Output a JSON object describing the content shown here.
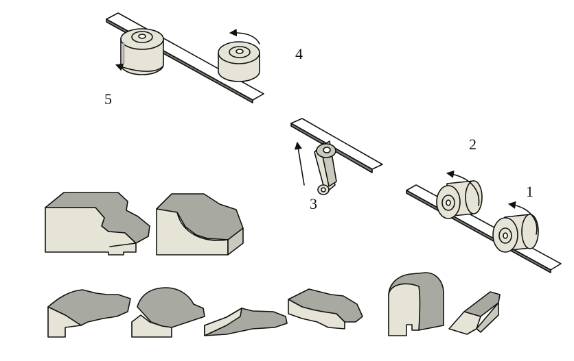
{
  "labels": {
    "step1": "1",
    "step2": "2",
    "step3": "3",
    "step4": "4",
    "step5": "5"
  },
  "colors": {
    "light_face": "#e6e4d6",
    "dark_face": "#a8aaa2",
    "mid_face": "#c9c9bd",
    "ink": "#111111"
  }
}
